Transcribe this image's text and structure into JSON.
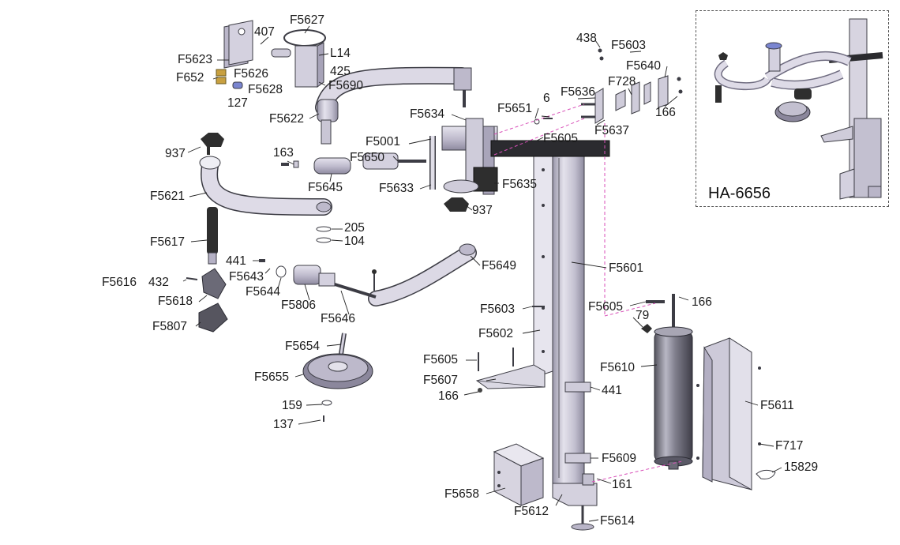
{
  "diagram": {
    "colors": {
      "metal_light": "#d9d6e2",
      "metal_mid": "#b9b5c8",
      "metal_dark": "#8b879c",
      "outline": "#3c3c44",
      "grip": "#2e2e2e",
      "leader": "#222222",
      "dash_link": "#d84fb8"
    },
    "inset": {
      "title": "HA-6656"
    },
    "labels": [
      {
        "key": "F5627",
        "text": "F5627"
      },
      {
        "key": "407",
        "text": "407"
      },
      {
        "key": "F5623",
        "text": "F5623"
      },
      {
        "key": "L14",
        "text": "L14"
      },
      {
        "key": "F652",
        "text": "F652"
      },
      {
        "key": "F5626",
        "text": "F5626"
      },
      {
        "key": "425",
        "text": "425"
      },
      {
        "key": "F5690",
        "text": "F5690"
      },
      {
        "key": "F5628",
        "text": "F5628"
      },
      {
        "key": "127",
        "text": "127"
      },
      {
        "key": "F5622",
        "text": "F5622"
      },
      {
        "key": "F5634",
        "text": "F5634"
      },
      {
        "key": "F5651",
        "text": "F5651"
      },
      {
        "key": "6",
        "text": "6"
      },
      {
        "key": "438",
        "text": "438"
      },
      {
        "key": "F5603a",
        "text": "F5603"
      },
      {
        "key": "F5640",
        "text": "F5640"
      },
      {
        "key": "F728",
        "text": "F728"
      },
      {
        "key": "F5636",
        "text": "F5636"
      },
      {
        "key": "166a",
        "text": "166"
      },
      {
        "key": "F5637",
        "text": "F5637"
      },
      {
        "key": "F5605a",
        "text": "F5605"
      },
      {
        "key": "F5001",
        "text": "F5001"
      },
      {
        "key": "937a",
        "text": "937"
      },
      {
        "key": "163",
        "text": "163"
      },
      {
        "key": "F5650",
        "text": "F5650"
      },
      {
        "key": "F5645",
        "text": "F5645"
      },
      {
        "key": "F5633",
        "text": "F5633"
      },
      {
        "key": "F5635",
        "text": "F5635"
      },
      {
        "key": "937b",
        "text": "937"
      },
      {
        "key": "F5621",
        "text": "F5621"
      },
      {
        "key": "205",
        "text": "205"
      },
      {
        "key": "104",
        "text": "104"
      },
      {
        "key": "F5617",
        "text": "F5617"
      },
      {
        "key": "441a",
        "text": "441"
      },
      {
        "key": "F5643",
        "text": "F5643"
      },
      {
        "key": "F5616",
        "text": "F5616"
      },
      {
        "key": "432",
        "text": "432"
      },
      {
        "key": "F5644",
        "text": "F5644"
      },
      {
        "key": "F5649",
        "text": "F5649"
      },
      {
        "key": "F5601",
        "text": "F5601"
      },
      {
        "key": "F5618",
        "text": "F5618"
      },
      {
        "key": "F5806",
        "text": "F5806"
      },
      {
        "key": "F5807",
        "text": "F5807"
      },
      {
        "key": "F5646",
        "text": "F5646"
      },
      {
        "key": "F5603b",
        "text": "F5603"
      },
      {
        "key": "F5605b",
        "text": "F5605"
      },
      {
        "key": "166b",
        "text": "166"
      },
      {
        "key": "79",
        "text": "79"
      },
      {
        "key": "F5602",
        "text": "F5602"
      },
      {
        "key": "F5654",
        "text": "F5654"
      },
      {
        "key": "F5605c",
        "text": "F5605"
      },
      {
        "key": "F5610",
        "text": "F5610"
      },
      {
        "key": "F5655",
        "text": "F5655"
      },
      {
        "key": "F5607",
        "text": "F5607"
      },
      {
        "key": "166c",
        "text": "166"
      },
      {
        "key": "441b",
        "text": "441"
      },
      {
        "key": "F5611",
        "text": "F5611"
      },
      {
        "key": "159",
        "text": "159"
      },
      {
        "key": "137",
        "text": "137"
      },
      {
        "key": "F717",
        "text": "F717"
      },
      {
        "key": "F5609",
        "text": "F5609"
      },
      {
        "key": "15829",
        "text": "15829"
      },
      {
        "key": "F5658",
        "text": "F5658"
      },
      {
        "key": "161",
        "text": "161"
      },
      {
        "key": "F5612",
        "text": "F5612"
      },
      {
        "key": "F5614",
        "text": "F5614"
      }
    ]
  }
}
